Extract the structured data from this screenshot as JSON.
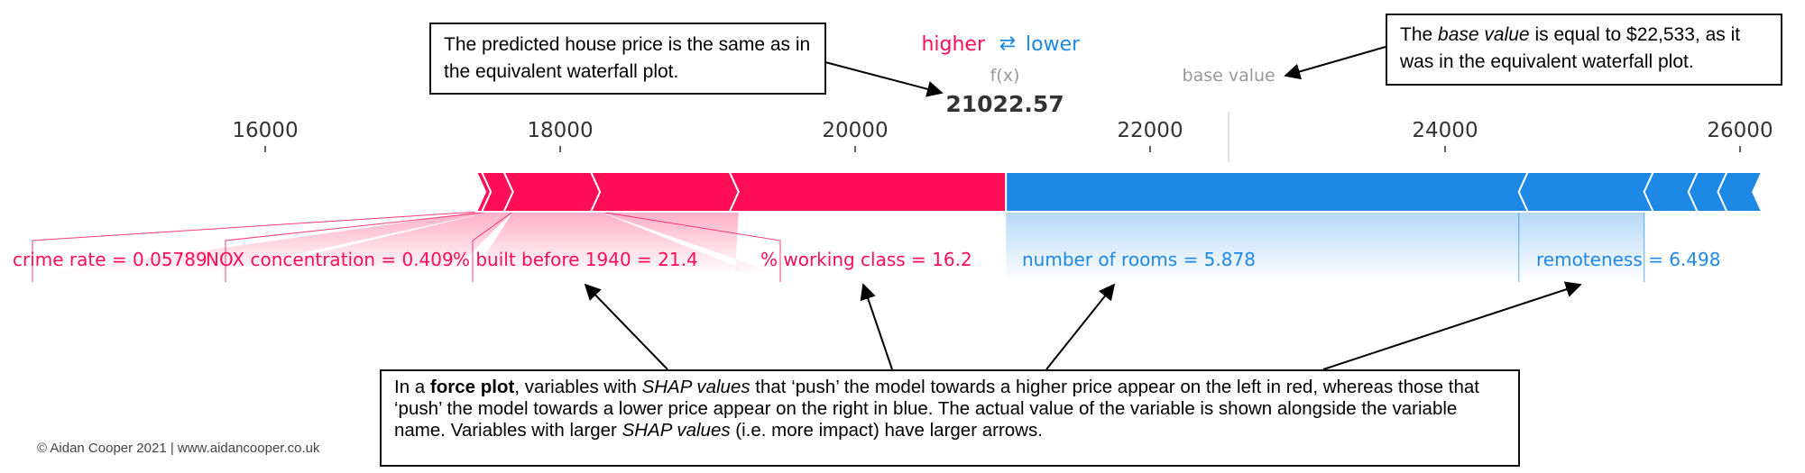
{
  "chart_data": {
    "type": "force",
    "higher_label": "higher",
    "lower_label": "lower",
    "arrow_symbol": "⇄",
    "output_name": "f(x)",
    "output_value_label": "21022.57",
    "output_value": 21022.57,
    "base_value_label": "base value",
    "base_value": 22533,
    "xlim": [
      15000,
      26200
    ],
    "ticks": [
      {
        "value": 16000,
        "label": "16000"
      },
      {
        "value": 18000,
        "label": "18000"
      },
      {
        "value": 20000,
        "label": "20000"
      },
      {
        "value": 22000,
        "label": "22000"
      },
      {
        "value": 24000,
        "label": "24000"
      },
      {
        "value": 26000,
        "label": "26000"
      }
    ],
    "positive_features": [
      {
        "label": "crime rate = 0.05789",
        "start": 17450,
        "end": 17530
      },
      {
        "label": "NOX concentration = 0.409",
        "start": 17530,
        "end": 17680
      },
      {
        "label": "% built before 1940 = 21.4",
        "start": 17680,
        "end": 18270
      },
      {
        "label": "% working class = 16.2",
        "start": 18270,
        "end": 19210
      },
      {
        "label": "",
        "start": 19210,
        "end": 21022.57
      }
    ],
    "negative_features": [
      {
        "label": "number of rooms = 5.878",
        "start": 21022.57,
        "end": 24500
      },
      {
        "label": "remoteness = 6.498",
        "start": 24500,
        "end": 25350
      },
      {
        "label": "",
        "start": 25350,
        "end": 25650
      },
      {
        "label": "",
        "start": 25650,
        "end": 25850
      },
      {
        "label": "",
        "start": 25850,
        "end": 26050
      }
    ],
    "colors": {
      "positive": "#ff0d57",
      "negative": "#1e88e5",
      "axis": "#333333",
      "muted": "#999999"
    }
  },
  "annotations": {
    "output_callout": "The predicted house price is the same as in the equivalent waterfall plot.",
    "base_callout_pre": "The ",
    "base_callout_em": "base value",
    "base_callout_post": " is equal to $22,533, as it was in the equivalent waterfall plot.",
    "explain_1": "In a ",
    "explain_2": "force plot",
    "explain_3": ", variables with ",
    "explain_4": "SHAP values",
    "explain_5": " that ‘push’ the model towards a higher price appear on the left in red, whereas those that ‘push’ the model towards a lower price appear on the right in blue. The actual value of the variable is shown alongside the variable name. Variables with larger ",
    "explain_6": "SHAP values",
    "explain_7": " (i.e. more impact) have larger arrows."
  },
  "footer": {
    "copyright": "© Aidan Cooper 2021 | www.aidancooper.co.uk"
  }
}
